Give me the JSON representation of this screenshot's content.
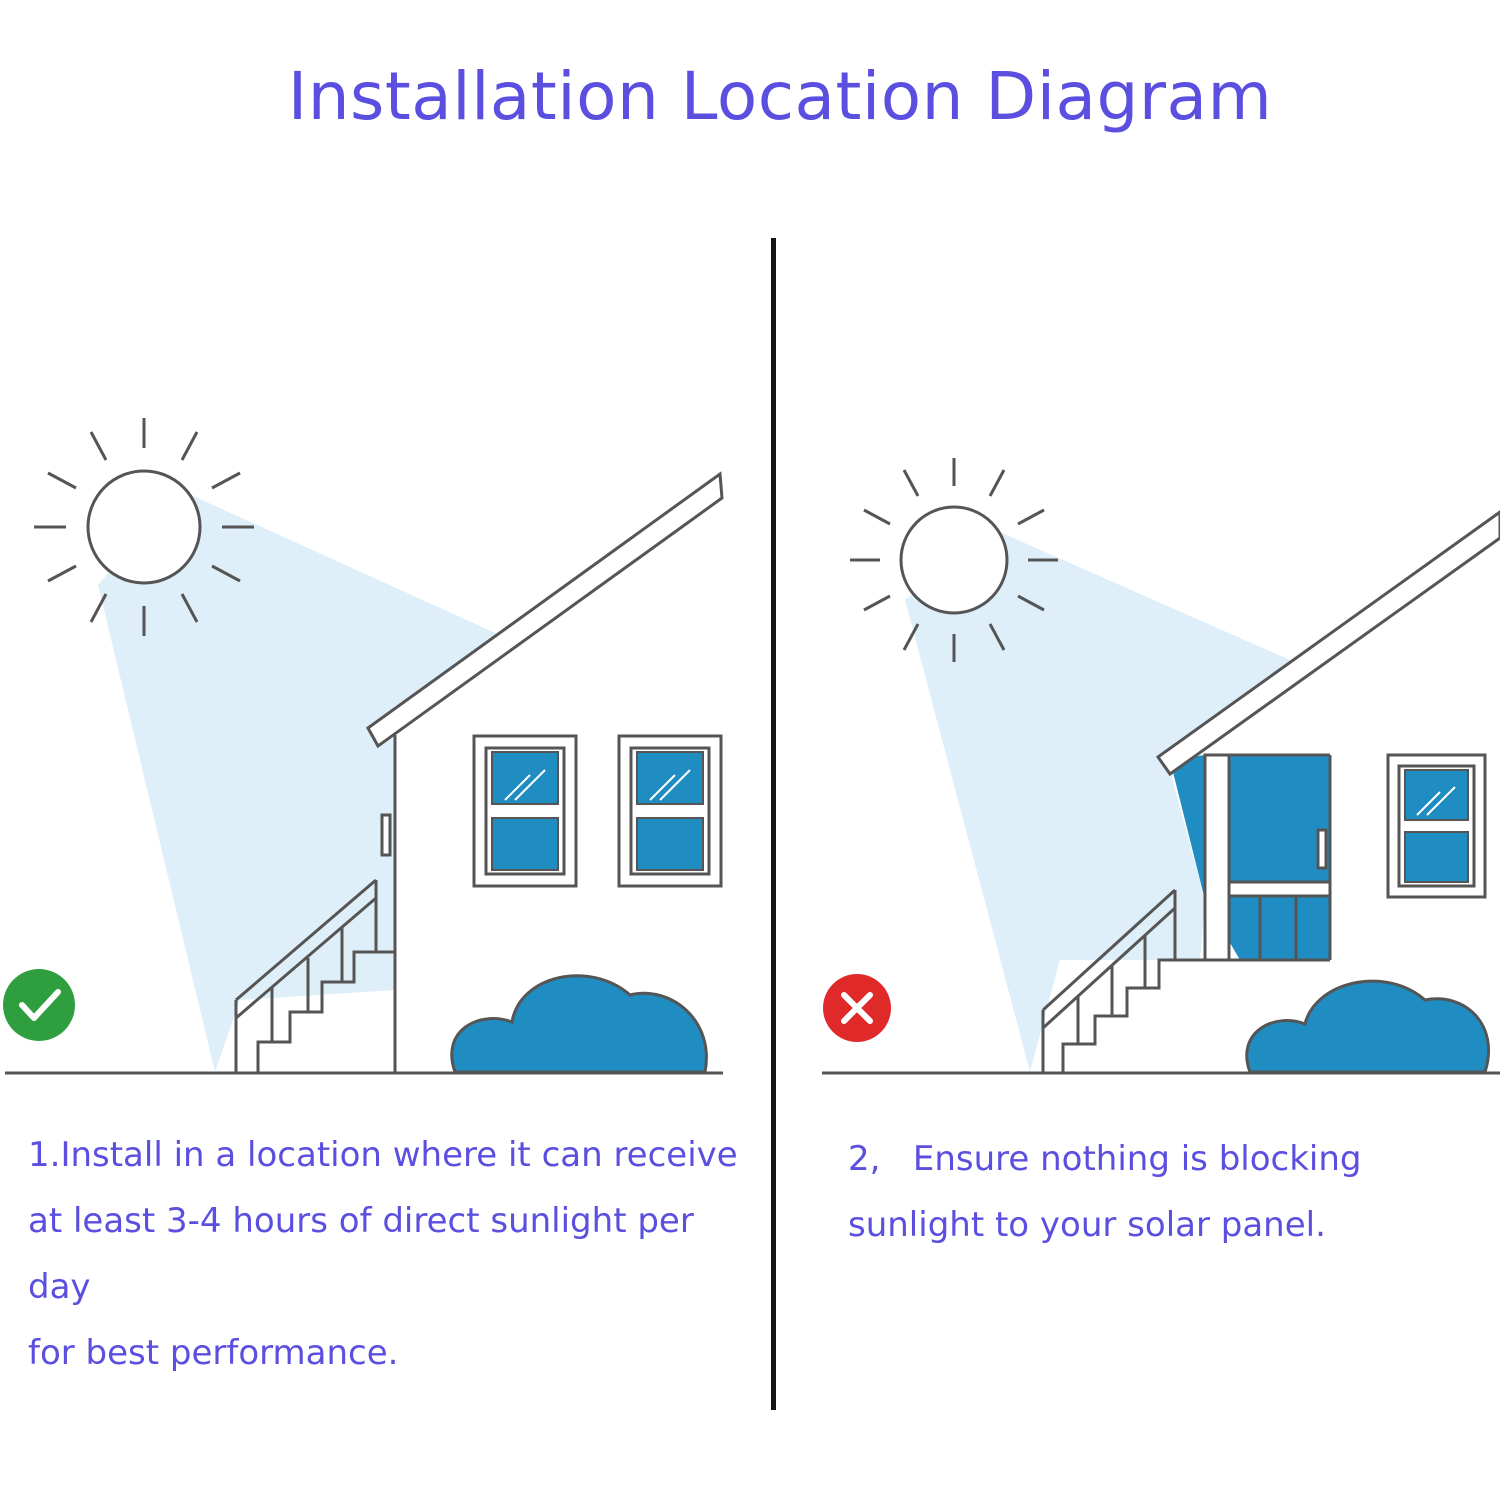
{
  "title": "Installation Location Diagram",
  "colors": {
    "title_text": "#5b4fe0",
    "line": "#555555",
    "sunbeam": "#dfeff9",
    "accent_blue": "#1f8cc2",
    "good_badge": "#2e9e3f",
    "bad_badge": "#e02a2a"
  },
  "left_panel": {
    "badge_icon": "check-icon",
    "caption_lines": [
      "1.Install in a location where it can receive",
      "at least 3-4 hours of direct sunlight per day",
      "for best performance."
    ]
  },
  "right_panel": {
    "badge_icon": "cross-icon",
    "caption_lines": [
      "2,   Ensure nothing is blocking",
      "sunlight to your solar panel."
    ]
  }
}
